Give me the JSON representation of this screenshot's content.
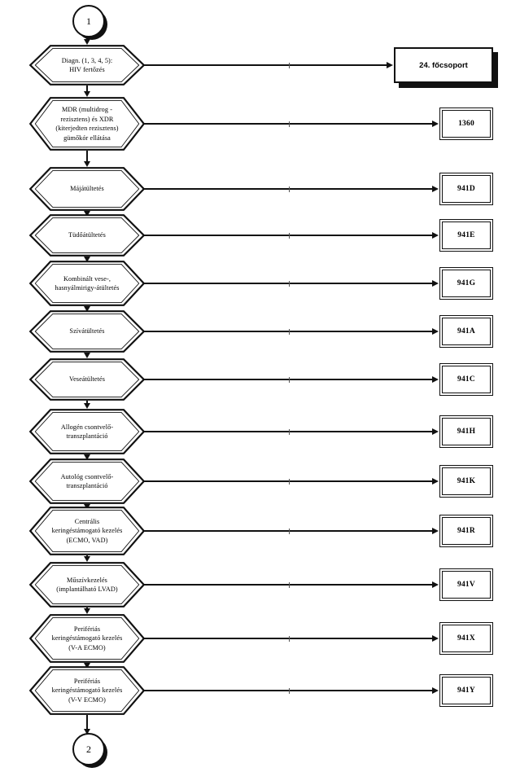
{
  "diagram": {
    "type": "flowchart",
    "language": "hu",
    "orientation": "vertical",
    "start_connector": {
      "label": "1",
      "name": "start-connector"
    },
    "end_connector": {
      "label": "2",
      "name": "end-connector"
    },
    "edge_marker": "i",
    "colors": {
      "line": "#111111",
      "fill": "#ffffff",
      "text": "#000000"
    },
    "nodes": [
      {
        "id": "n1",
        "shape": "hexagon",
        "lines": [
          "Diagn. (1, 3, 4, 5):",
          "HIV fertőzés"
        ],
        "target": {
          "label": "24. főcsoport",
          "style": "main-group-box"
        }
      },
      {
        "id": "n2",
        "shape": "hexagon",
        "lines": [
          "MDR (multidrog -",
          "rezisztens) és XDR",
          "(kiterjedten rezisztens)",
          "gümőkór ellátása"
        ],
        "target": {
          "label": "1360",
          "style": "code-box"
        }
      },
      {
        "id": "n3",
        "shape": "hexagon",
        "lines": [
          "Májátültetés"
        ],
        "target": {
          "label": "941D",
          "style": "code-box"
        }
      },
      {
        "id": "n4",
        "shape": "hexagon",
        "lines": [
          "Tüdőátültetés"
        ],
        "target": {
          "label": "941E",
          "style": "code-box"
        }
      },
      {
        "id": "n5",
        "shape": "hexagon",
        "lines": [
          "Kombinált vese-,",
          "hasnyálmirigy-átültetés"
        ],
        "target": {
          "label": "941G",
          "style": "code-box"
        }
      },
      {
        "id": "n6",
        "shape": "hexagon",
        "lines": [
          "Szívátültetés"
        ],
        "target": {
          "label": "941A",
          "style": "code-box"
        }
      },
      {
        "id": "n7",
        "shape": "hexagon",
        "lines": [
          "Veseátültetés"
        ],
        "target": {
          "label": "941C",
          "style": "code-box"
        }
      },
      {
        "id": "n8",
        "shape": "hexagon",
        "lines": [
          "Allogén csontvelő-",
          "transzplantáció"
        ],
        "target": {
          "label": "941H",
          "style": "code-box"
        }
      },
      {
        "id": "n9",
        "shape": "hexagon",
        "lines": [
          "Autológ csontvelő-",
          "transzplantáció"
        ],
        "target": {
          "label": "941K",
          "style": "code-box"
        }
      },
      {
        "id": "n10",
        "shape": "hexagon",
        "lines": [
          "Centrális",
          "keringéstámogató kezelés",
          "(ECMO, VAD)"
        ],
        "target": {
          "label": "941R",
          "style": "code-box"
        }
      },
      {
        "id": "n11",
        "shape": "hexagon",
        "lines": [
          "Műszívkezelés",
          "(implantálható LVAD)"
        ],
        "target": {
          "label": "941V",
          "style": "code-box"
        }
      },
      {
        "id": "n12",
        "shape": "hexagon",
        "lines": [
          "Perifériás",
          "keringéstámogató kezelés",
          "(V-A ECMO)"
        ],
        "target": {
          "label": "941X",
          "style": "code-box"
        }
      },
      {
        "id": "n13",
        "shape": "hexagon",
        "lines": [
          "Perifériás",
          "keringéstámogató kezelés",
          "(V-V ECMO)"
        ],
        "target": {
          "label": "941Y",
          "style": "code-box"
        }
      }
    ]
  }
}
